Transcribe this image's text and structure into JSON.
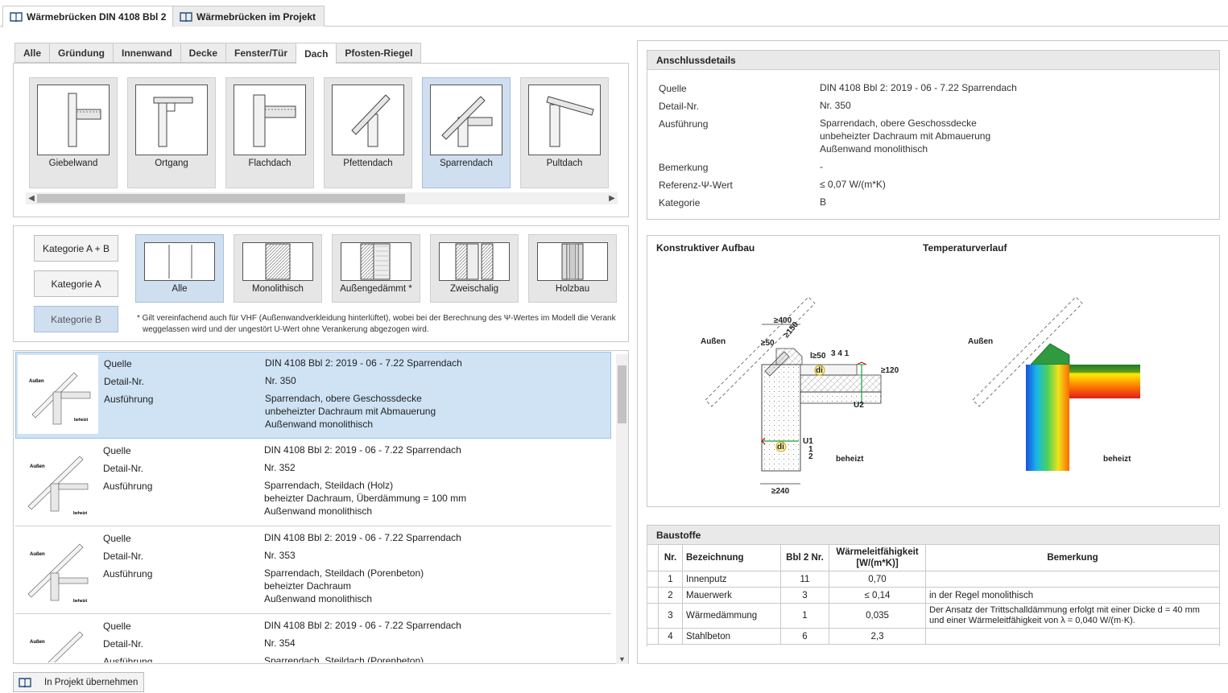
{
  "top_tabs": [
    {
      "label": "Wärmebrücken DIN 4108 Bbl 2",
      "active": true
    },
    {
      "label": "Wärmebrücken im Projekt",
      "active": false
    }
  ],
  "sub_tabs": [
    "Alle",
    "Gründung",
    "Innenwand",
    "Decke",
    "Fenster/Tür",
    "Dach",
    "Pfosten-Riegel"
  ],
  "active_sub_tab": "Dach",
  "connection_tiles": [
    "Giebelwand",
    "Ortgang",
    "Flachdach",
    "Pfettendach",
    "Sparrendach",
    "Pultdach"
  ],
  "selected_tile": "Sparrendach",
  "category_buttons": [
    "Kategorie A + B",
    "Kategorie A",
    "Kategorie B"
  ],
  "selected_category": "Kategorie B",
  "wall_types": [
    "Alle",
    "Monolithisch",
    "Außengedämmt *",
    "Zweischalig",
    "Holzbau"
  ],
  "selected_wall_type": "Alle",
  "footnote": {
    "line1": "* Gilt vereinfachend auch für VHF (Außenwandverkleidung hinterlüftet), wobei bei der Berechnung des Ψ-Wertes im Modell die Veranker",
    "line2": "weggelassen wird und der ungestört U-Wert ohne Verankerung abgezogen wird."
  },
  "list_labels": {
    "quelle": "Quelle",
    "detail": "Detail-Nr.",
    "ausfuehrung": "Ausführung"
  },
  "list_items": [
    {
      "quelle": "DIN 4108 Bbl 2: 2019 - 06 - 7.22 Sparrendach",
      "detail": "Nr. 350",
      "ausf1": "Sparrendach, obere Geschossdecke",
      "ausf2": "unbeheizter Dachraum mit Abmauerung",
      "ausf3": "Außenwand monolithisch"
    },
    {
      "quelle": "DIN 4108 Bbl 2: 2019 - 06 - 7.22 Sparrendach",
      "detail": "Nr. 352",
      "ausf1": "Sparrendach, Steildach (Holz)",
      "ausf2": "beheizter Dachraum, Überdämmung = 100 mm",
      "ausf3": "Außenwand monolithisch"
    },
    {
      "quelle": "DIN 4108 Bbl 2: 2019 - 06 - 7.22 Sparrendach",
      "detail": "Nr. 353",
      "ausf1": "Sparrendach, Steildach (Porenbeton)",
      "ausf2": "beheizter Dachraum",
      "ausf3": "Außenwand monolithisch"
    },
    {
      "quelle": "DIN 4108 Bbl 2: 2019 - 06 - 7.22 Sparrendach",
      "detail": "Nr. 354",
      "ausf1": "Sparrendach, Steildach (Porenbeton)",
      "ausf2": "",
      "ausf3": ""
    }
  ],
  "thumb_labels": {
    "aussen": "Außen",
    "beheizt": "beheizt"
  },
  "take_button": "In Projekt übernehmen",
  "details": {
    "title": "Anschlussdetails",
    "rows": {
      "quelle_k": "Quelle",
      "quelle_v": "DIN 4108 Bbl 2: 2019 - 06 - 7.22 Sparrendach",
      "detail_k": "Detail-Nr.",
      "detail_v": "Nr. 350",
      "ausf_k": "Ausführung",
      "ausf_v1": "Sparrendach, obere Geschossdecke",
      "ausf_v2": "unbeheizter Dachraum mit Abmauerung",
      "ausf_v3": "Außenwand monolithisch",
      "bem_k": "Bemerkung",
      "bem_v": "-",
      "ref_k": "Referenz-Ψ-Wert",
      "ref_v": "≤ 0,07 W/(m*K)",
      "kat_k": "Kategorie",
      "kat_v": "B"
    }
  },
  "drawing": {
    "title_left": "Konstruktiver Aufbau",
    "title_right": "Temperaturverlauf",
    "aussen": "Außen",
    "beheizt": "beheizt",
    "dim_400": "≥400",
    "dim_50": "≥50",
    "dim_150": "≥150",
    "dim_l50": "l≥50",
    "nums": "3  4  1",
    "dim_120": "≥120",
    "u1": "U1",
    "u2": "U2",
    "n1": "1",
    "n2": "2",
    "di": "di",
    "dim_240": "≥240"
  },
  "materials": {
    "title": "Baustoffe",
    "headers": [
      "Nr.",
      "Bezeichnung",
      "Bbl 2 Nr.",
      "Wärmeleitfähigkeit [W/(m*K)]",
      "Bemerkung"
    ],
    "rows": [
      {
        "nr": "1",
        "bez": "Innenputz",
        "bbl": "11",
        "wl": "0,70",
        "bem1": "",
        "bem2": ""
      },
      {
        "nr": "2",
        "bez": "Mauerwerk",
        "bbl": "3",
        "wl": "≤ 0,14",
        "bem1": "in der Regel monolithisch",
        "bem2": ""
      },
      {
        "nr": "3",
        "bez": "Wärmedämmung",
        "bbl": "1",
        "wl": "0,035",
        "bem1": "Der Ansatz der Trittschalldämmung erfolgt mit einer Dicke d = 40 mm",
        "bem2": "und einer Wärmeleitfähigkeit von λ = 0,040 W/(m·K)."
      },
      {
        "nr": "4",
        "bez": "Stahlbeton",
        "bbl": "6",
        "wl": "2,3",
        "bem1": "",
        "bem2": ""
      }
    ]
  },
  "colors": {
    "selected": "#cfdff0",
    "list_selected": "#cfe3f5",
    "border": "#c9c9c9"
  }
}
